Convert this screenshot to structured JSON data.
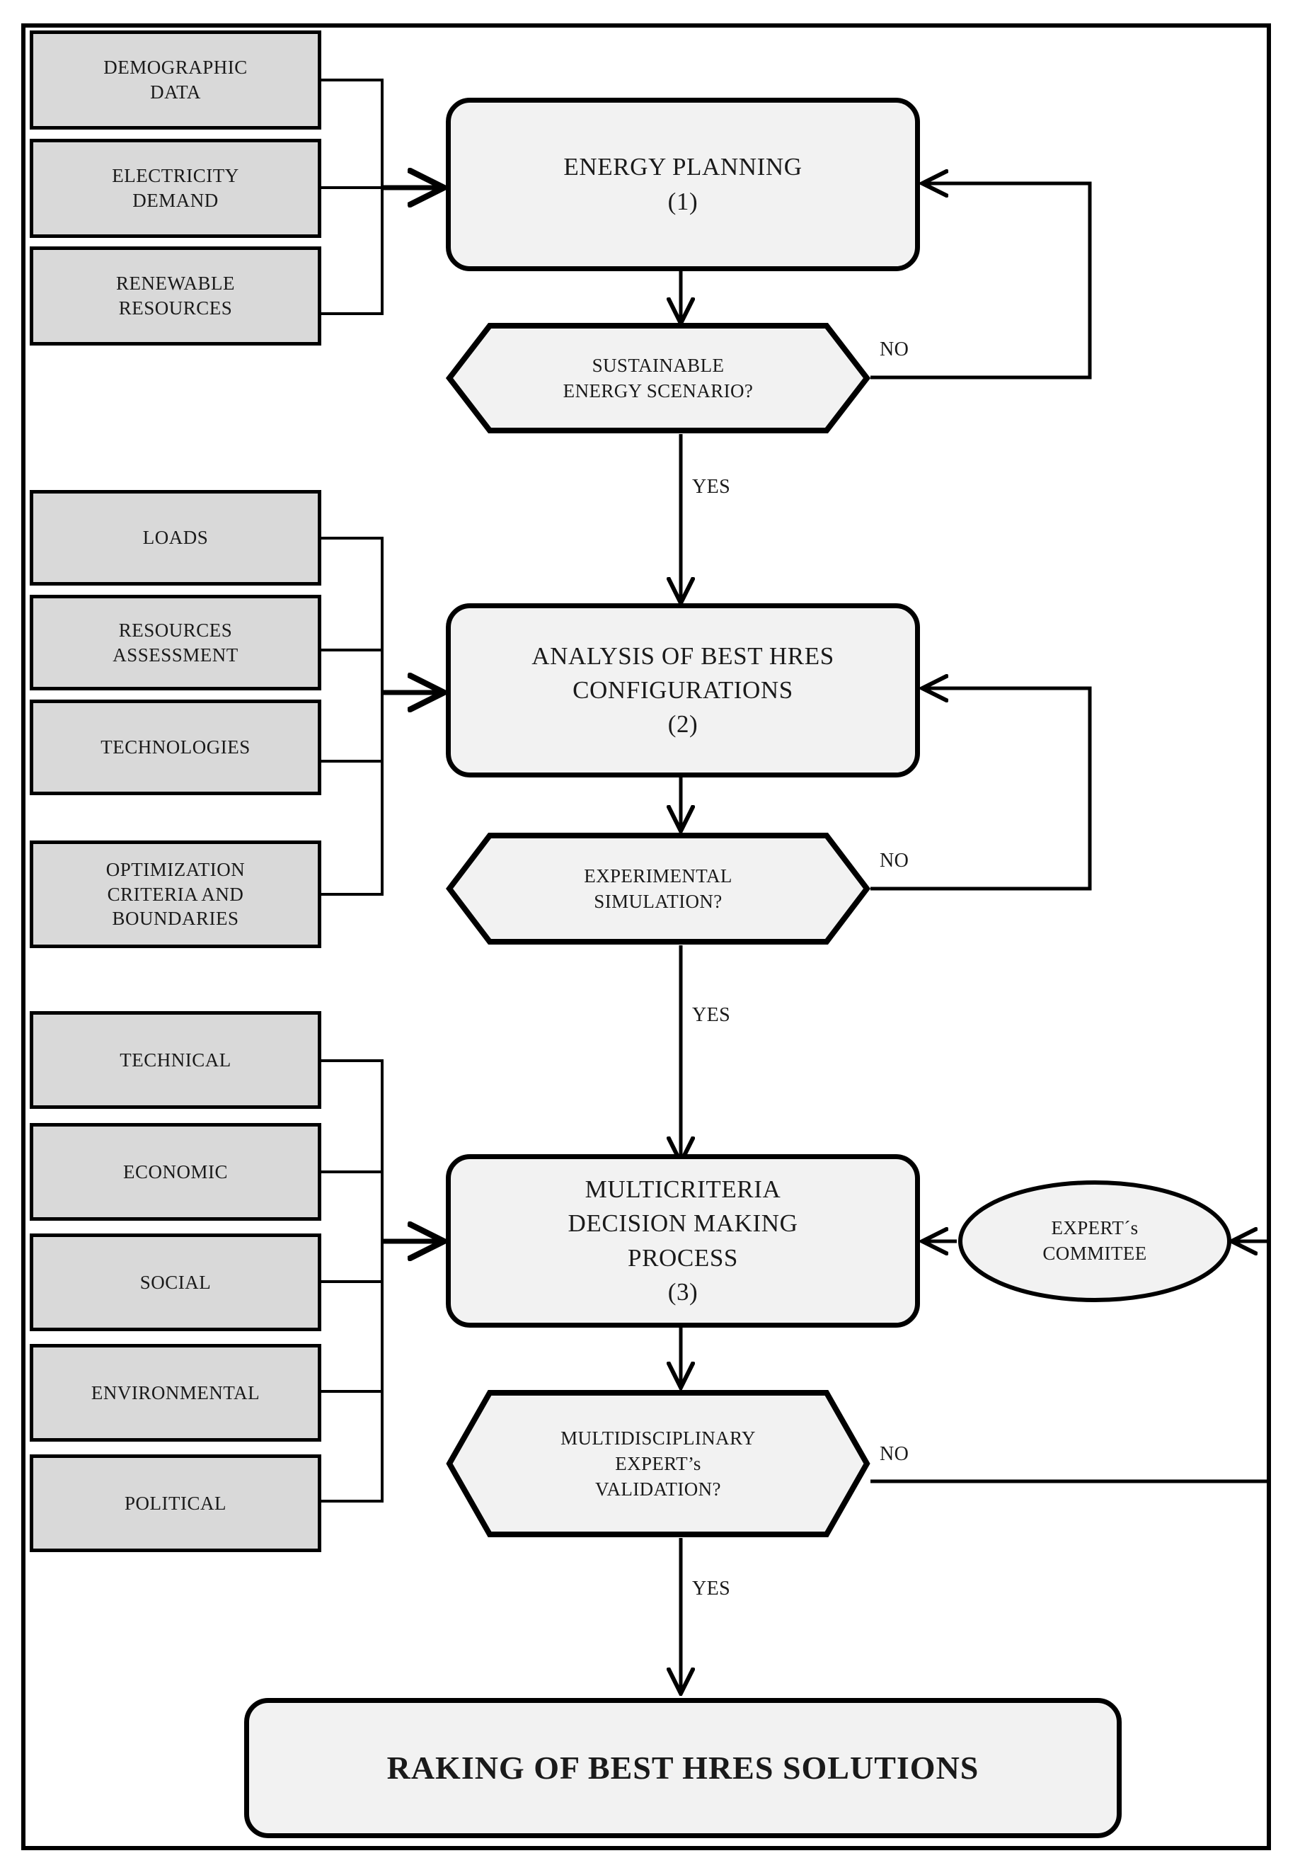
{
  "diagram": {
    "title": "HRES decision-making methodology flowchart",
    "colors": {
      "input_fill": "#d9d9d9",
      "process_fill": "#f2f2f2",
      "stroke": "#000000",
      "text": "#1a1a1a",
      "page_background": "#ffffff"
    },
    "stage1": {
      "inputs": [
        {
          "id": "demographic-data",
          "line1": "DEMOGRAPHIC",
          "line2": "DATA"
        },
        {
          "id": "electricity-demand",
          "line1": "ELECTRICITY",
          "line2": "DEMAND"
        },
        {
          "id": "renewable-resources",
          "line1": "RENEWABLE",
          "line2": "RESOURCES"
        }
      ],
      "process": {
        "line1": "ENERGY PLANNING",
        "line2": "(1)"
      },
      "decision": {
        "line1": "SUSTAINABLE",
        "line2": "ENERGY  SCENARIO?"
      },
      "yes_label": "YES",
      "no_label": "NO"
    },
    "stage2": {
      "inputs": [
        {
          "id": "loads",
          "line1": "LOADS",
          "line2": ""
        },
        {
          "id": "resources-assessment",
          "line1": "RESOURCES",
          "line2": "ASSESSMENT"
        },
        {
          "id": "technologies",
          "line1": "TECHNOLOGIES",
          "line2": ""
        },
        {
          "id": "optimization-criteria",
          "line1": "OPTIMIZATION",
          "line2": "CRITERIA  AND",
          "line3": "BOUNDARIES"
        }
      ],
      "process": {
        "line1": "ANALYSIS OF BEST HRES",
        "line2": "CONFIGURATIONS",
        "line3": "(2)"
      },
      "decision": {
        "line1": "EXPERIMENTAL",
        "line2": "SIMULATION?"
      },
      "yes_label": "YES",
      "no_label": "NO"
    },
    "stage3": {
      "inputs": [
        {
          "id": "technical",
          "line1": "TECHNICAL",
          "line2": ""
        },
        {
          "id": "economic",
          "line1": "ECONOMIC",
          "line2": ""
        },
        {
          "id": "social",
          "line1": "SOCIAL",
          "line2": ""
        },
        {
          "id": "environmental",
          "line1": "ENVIRONMENTAL",
          "line2": ""
        },
        {
          "id": "political",
          "line1": "POLITICAL",
          "line2": ""
        }
      ],
      "process": {
        "line1": "MULTICRITERIA",
        "line2": "DECISION MAKING",
        "line3": "PROCESS",
        "line4": "(3)"
      },
      "committee": {
        "line1": "EXPERT´s",
        "line2": "COMMITEE"
      },
      "decision": {
        "line1": "MULTIDISCIPLINARY",
        "line2": "EXPERT’s",
        "line3": "VALIDATION?"
      },
      "yes_label": "YES",
      "no_label": "NO"
    },
    "result": {
      "label": "RAKING  OF BEST HRES SOLUTIONS"
    }
  }
}
